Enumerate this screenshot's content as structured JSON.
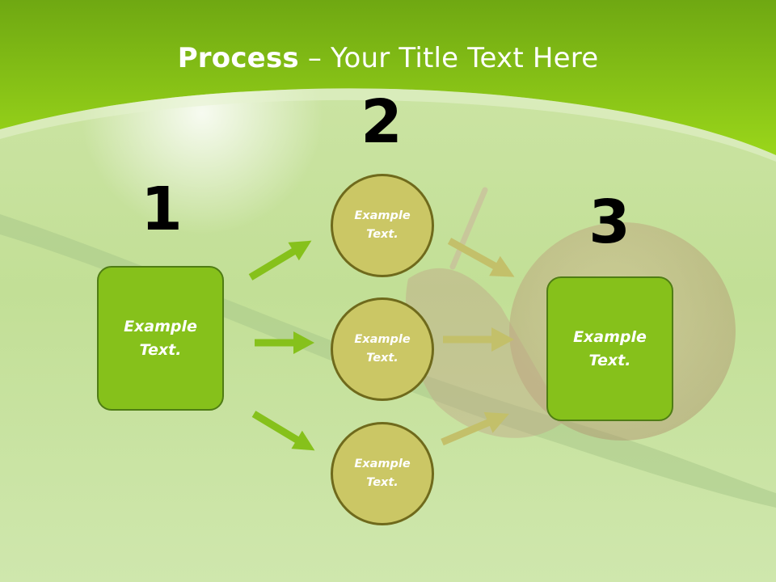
{
  "title": {
    "bold": "Process",
    "rest": " – Your Title Text Here"
  },
  "steps": {
    "one": "1",
    "two": "2",
    "three": "3"
  },
  "nodes": {
    "left_box": "Example Text.",
    "circle_top": "Example Text.",
    "circle_middle": "Example Text.",
    "circle_bottom": "Example Text.",
    "right_box": "Example Text."
  },
  "colors": {
    "header_green": "#8fd11a",
    "box_fill": "#86c11b",
    "circle_fill": "#cbc765",
    "arrow_green": "#86c11b",
    "arrow_olive": "#c3c06a"
  }
}
